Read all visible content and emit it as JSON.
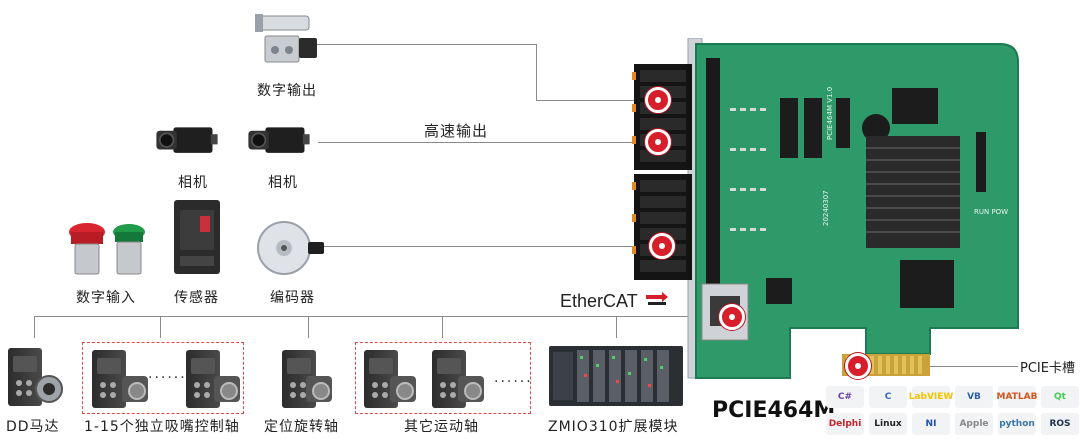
{
  "labels": {
    "digital_output": "数字输出",
    "high_speed_output": "高速输出",
    "camera_1": "相机",
    "camera_2": "相机",
    "digital_input": "数字输入",
    "sensor": "传感器",
    "encoder": "编码器",
    "dd_motor": "DD马达",
    "suction_axes": "1-15个独立吸嘴控制轴",
    "positioning_axis": "定位旋转轴",
    "other_axes": "其它运动轴",
    "zmio": "ZMIO310扩展模块",
    "pcie_slot": "PCIE卡槽",
    "board_name": "PCIE464M",
    "ethercat": "EtherCAT"
  },
  "ellipsis": {
    "suction": "......",
    "other": "......"
  },
  "board": {
    "silk_model": "PCIE464M V1.0",
    "silk_date": "20240307",
    "silk_status": "RUN POW"
  },
  "software_logos": [
    {
      "name": "C#",
      "icon": "csharp-icon",
      "color": "#6a3fb5"
    },
    {
      "name": "C",
      "icon": "c-icon",
      "color": "#2f67c6"
    },
    {
      "name": "LabVIEW",
      "icon": "labview-icon",
      "color": "#f5c200"
    },
    {
      "name": "VB",
      "icon": "vb-icon",
      "color": "#2d5fa8"
    },
    {
      "name": "MATLAB",
      "icon": "matlab-icon",
      "color": "#d4551b"
    },
    {
      "name": "Qt",
      "icon": "qt-icon",
      "color": "#41cd52"
    },
    {
      "name": "Delphi",
      "icon": "delphi-icon",
      "color": "#c6242b"
    },
    {
      "name": "Linux",
      "icon": "linux-icon",
      "color": "#222222"
    },
    {
      "name": "NI",
      "icon": "ni-icon",
      "color": "#1b4fb5"
    },
    {
      "name": "Apple",
      "icon": "apple-icon",
      "color": "#888888"
    },
    {
      "name": "python",
      "icon": "python-icon",
      "color": "#3c77a8"
    },
    {
      "name": "ROS",
      "icon": "ros-icon",
      "color": "#22314e"
    }
  ],
  "colors": {
    "accent": "#d61f2b",
    "pcb": "#2e9a6a",
    "connector": "#111111"
  }
}
